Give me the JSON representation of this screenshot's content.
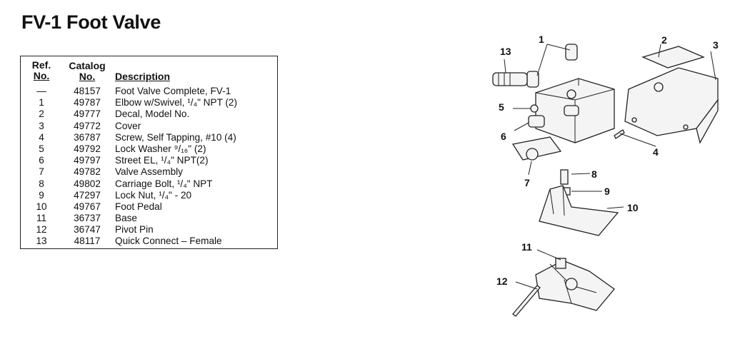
{
  "page": {
    "title": "FV-1 Foot Valve"
  },
  "table": {
    "headers": {
      "ref_top": "Ref.",
      "ref_bottom": "No.",
      "catalog_top": "Catalog",
      "catalog_bottom": "No.",
      "description": "Description"
    },
    "rows": [
      {
        "ref": "—",
        "catalog": "48157",
        "description": "Foot Valve Complete, FV-1"
      },
      {
        "ref": "1",
        "catalog": "49787",
        "description": "Elbow w/Swivel, ¹/₄\" NPT (2)"
      },
      {
        "ref": "2",
        "catalog": "49777",
        "description": "Decal, Model No."
      },
      {
        "ref": "3",
        "catalog": "49772",
        "description": "Cover"
      },
      {
        "ref": "4",
        "catalog": "36787",
        "description": "Screw, Self Tapping, #10 (4)"
      },
      {
        "ref": "5",
        "catalog": "49792",
        "description": "Lock Washer ⁹/₁₆\" (2)"
      },
      {
        "ref": "6",
        "catalog": "49797",
        "description": "Street EL, ¹/₄\" NPT(2)"
      },
      {
        "ref": "7",
        "catalog": "49782",
        "description": "Valve Assembly"
      },
      {
        "ref": "8",
        "catalog": "49802",
        "description": "Carriage Bolt, ¹/₄\" NPT"
      },
      {
        "ref": "9",
        "catalog": "47297",
        "description": "Lock Nut, ¹/₄\" - 20"
      },
      {
        "ref": "10",
        "catalog": "49767",
        "description": "Foot Pedal"
      },
      {
        "ref": "11",
        "catalog": "36737",
        "description": "Base"
      },
      {
        "ref": "12",
        "catalog": "36747",
        "description": "Pivot Pin"
      },
      {
        "ref": "13",
        "catalog": "48117",
        "description": "Quick Connect – Female"
      }
    ]
  },
  "diagram": {
    "callouts": [
      "1",
      "2",
      "3",
      "4",
      "5",
      "6",
      "7",
      "8",
      "9",
      "10",
      "11",
      "12",
      "13"
    ]
  }
}
